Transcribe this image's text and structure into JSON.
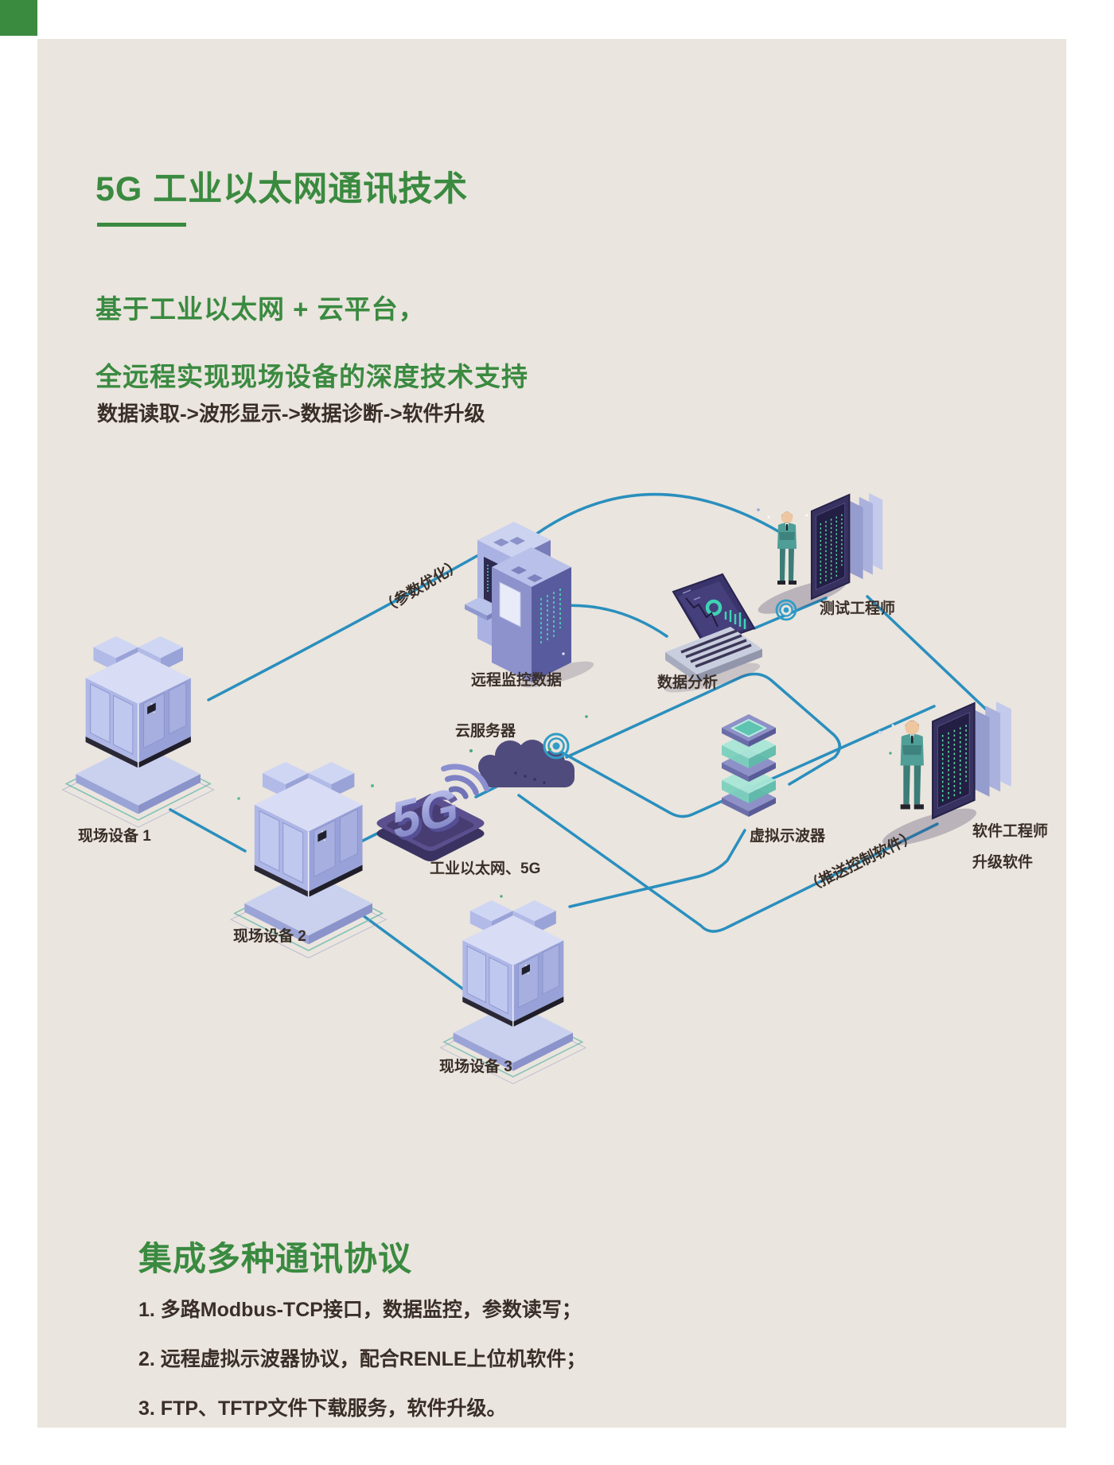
{
  "header": {
    "title": "5G 工业以太网通讯技术",
    "subtitle_line1": "基于工业以太网 + 云平台，",
    "subtitle_line2": "全远程实现现场设备的深度技术支持",
    "flow_text": "数据读取->波形显示->数据诊断->软件升级"
  },
  "diagram": {
    "nodes": {
      "field_device_1": "现场设备 1",
      "field_device_2": "现场设备 2",
      "field_device_3": "现场设备 3",
      "industrial_ethernet_5g": "工业以太网、5G",
      "five_g_badge": "5G",
      "cloud_server": "云服务器",
      "remote_monitoring_data": "远程监控数据",
      "data_analysis": "数据分析",
      "test_engineer": "测试工程师",
      "virtual_oscilloscope": "虚拟示波器",
      "software_engineer_line1": "软件工程师",
      "software_engineer_line2": "升级软件"
    },
    "edge_labels": {
      "parameter_optimization": "（参数优化）",
      "push_control_software": "（推送控制软件）"
    }
  },
  "protocols": {
    "heading": "集成多种通讯协议",
    "items": [
      "1. 多路Modbus-TCP接口，数据监控，参数读写；",
      "2. 远程虚拟示波器协议，配合RENLE上位机软件；",
      "3. FTP、TFTP文件下载服务，软件升级。"
    ]
  },
  "colors": {
    "accent_green": "#3a8a40",
    "connection_blue": "#2a8fbe",
    "page_background": "#eae5de",
    "text_dark": "#3a2f28"
  }
}
